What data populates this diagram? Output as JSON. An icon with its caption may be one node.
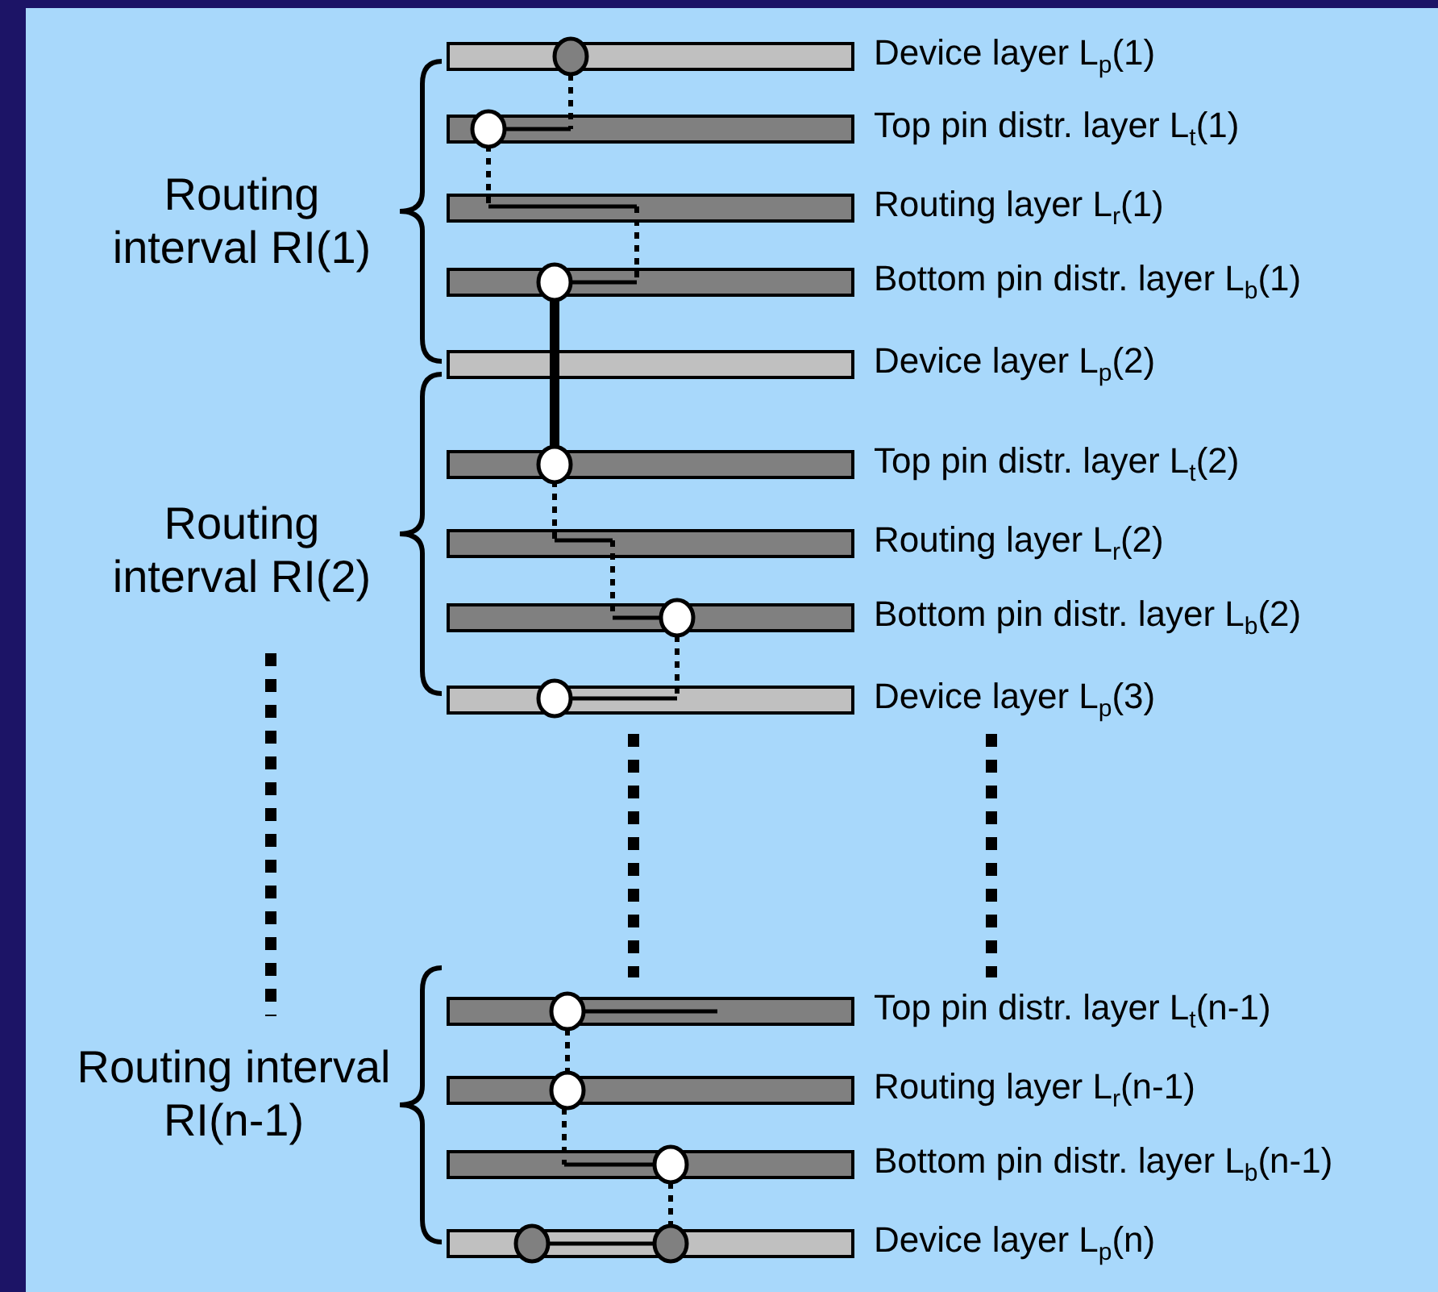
{
  "diagram": {
    "nodes": [
      {
        "text": [],
        "shape": "bar",
        "beside": [
          "Device layer L$_{p}$(1)"
        ]
      },
      {
        "text": [],
        "shape": "bar",
        "beside": [
          "Top pin distr. layer L$_{t}$(1)"
        ]
      },
      {
        "text": [],
        "shape": "bar",
        "beside": [
          "Routing layer L$_{r}$(1)"
        ]
      },
      {
        "text": [],
        "shape": "bar",
        "beside": [
          "Bottom pin distr. layer L$_{b}$(1)"
        ]
      },
      {
        "text": [],
        "shape": "bar",
        "beside": [
          "Device layer L$_{p}$(2)"
        ]
      },
      {
        "text": [],
        "shape": "bar",
        "beside": [
          "Top pin distr. layer L$_{t}$(2)"
        ]
      },
      {
        "text": [],
        "shape": "bar",
        "beside": [
          "Routing layer L$_{r}$(2)"
        ]
      },
      {
        "text": [],
        "shape": "bar",
        "beside": [
          "Bottom pin distr. layer L$_{b}$(2)"
        ]
      },
      {
        "text": [],
        "shape": "bar",
        "beside": [
          "Device layer L$_{p}$(3)"
        ]
      },
      {
        "text": [],
        "shape": "bar",
        "beside": [
          "Top pin distr. layer L$_{t}$(n-1)"
        ]
      },
      {
        "text": [],
        "shape": "bar",
        "beside": [
          "Routing layer L$_{r}$(n-1)"
        ]
      },
      {
        "text": [],
        "shape": "bar",
        "beside": [
          "Bottom pin distr. layer L$_{b}$(n-1)"
        ]
      },
      {
        "text": [],
        "shape": "bar",
        "beside": [
          "Device layer L$_{p}$(n)"
        ]
      }
    ],
    "labels": [
      "Routing interval RI(1)",
      "Routing interval RI(2)",
      "Routing interval RI(n-1)"
    ]
  }
}
